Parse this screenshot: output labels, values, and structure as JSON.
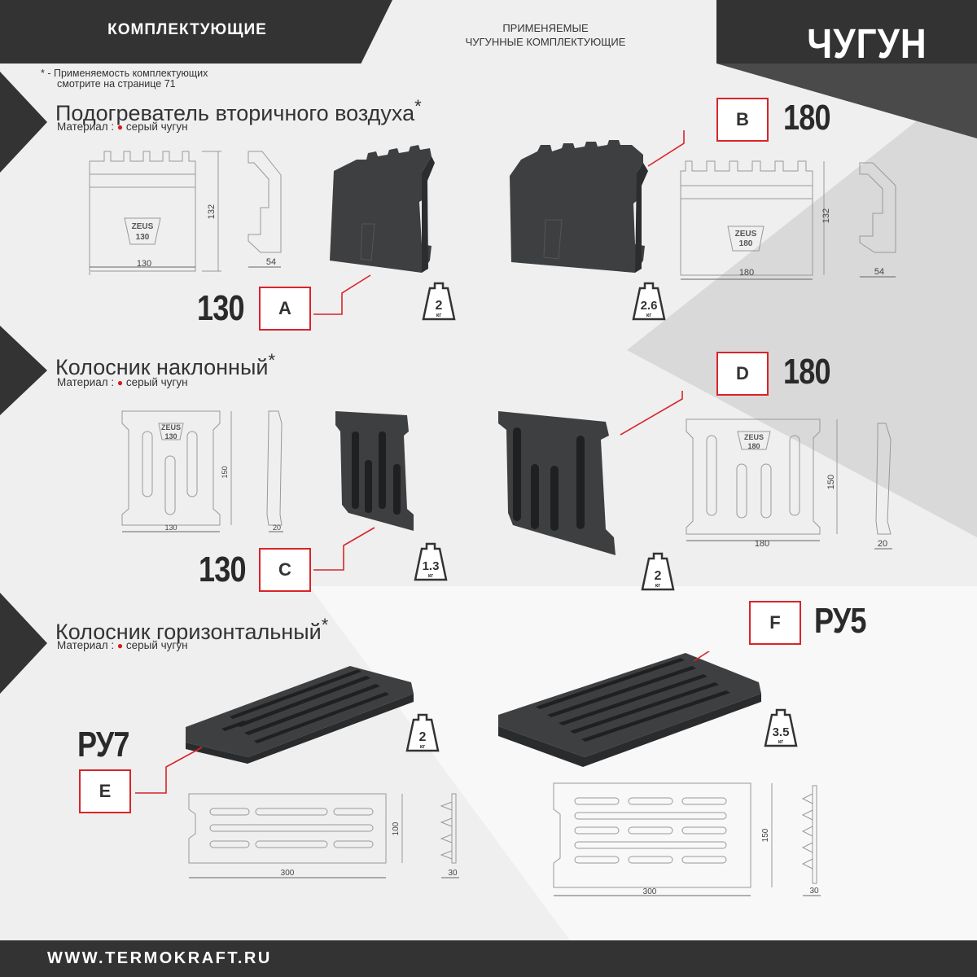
{
  "header": {
    "left_label": "КОМПЛЕКТУЮЩИЕ",
    "center_line1": "ПРИМЕНЯЕМЫЕ",
    "center_line2": "ЧУГУННЫЕ КОМПЛЕКТУЮЩИЕ",
    "right_label": "ЧУГУН"
  },
  "note": {
    "line1": "* - Применяемость комплектующих",
    "line2": "смотрите на странице 71"
  },
  "colors": {
    "dark": "#333333",
    "accent_red": "#d9242a",
    "light_bg": "#efefef"
  },
  "sections": [
    {
      "title": "Подогреватель вторичного воздуха",
      "star": "*",
      "material_prefix": "Материал :",
      "material": "серый чугун",
      "items": [
        {
          "label": "A",
          "size": "130",
          "weight": "2",
          "unit": "кг",
          "dims": [
            "130",
            "132",
            "54"
          ],
          "stamp": [
            "ZEUS",
            "130"
          ]
        },
        {
          "label": "B",
          "size": "180",
          "weight": "2.6",
          "unit": "кг",
          "dims": [
            "180",
            "132",
            "54"
          ],
          "stamp": [
            "ZEUS",
            "180"
          ]
        }
      ]
    },
    {
      "title": "Колосник наклонный",
      "star": "*",
      "material_prefix": "Материал :",
      "material": "серый чугун",
      "items": [
        {
          "label": "C",
          "size": "130",
          "weight": "1.3",
          "unit": "кг",
          "dims": [
            "130",
            "150",
            "20"
          ],
          "stamp": [
            "ZEUS",
            "130"
          ]
        },
        {
          "label": "D",
          "size": "180",
          "weight": "2",
          "unit": "кг",
          "dims": [
            "180",
            "150",
            "20"
          ],
          "stamp": [
            "ZEUS",
            "180"
          ]
        }
      ]
    },
    {
      "title": "Колосник горизонтальный",
      "star": "*",
      "material_prefix": "Материал :",
      "material": "серый чугун",
      "items": [
        {
          "label": "E",
          "size": "РУ7",
          "weight": "2",
          "unit": "кг",
          "dims": [
            "300",
            "100",
            "30"
          ]
        },
        {
          "label": "F",
          "size": "РУ5",
          "weight": "3.5",
          "unit": "кг",
          "dims": [
            "300",
            "150",
            "30"
          ]
        }
      ]
    }
  ],
  "footer": {
    "url": "WWW.TERMOKRAFT.RU"
  }
}
